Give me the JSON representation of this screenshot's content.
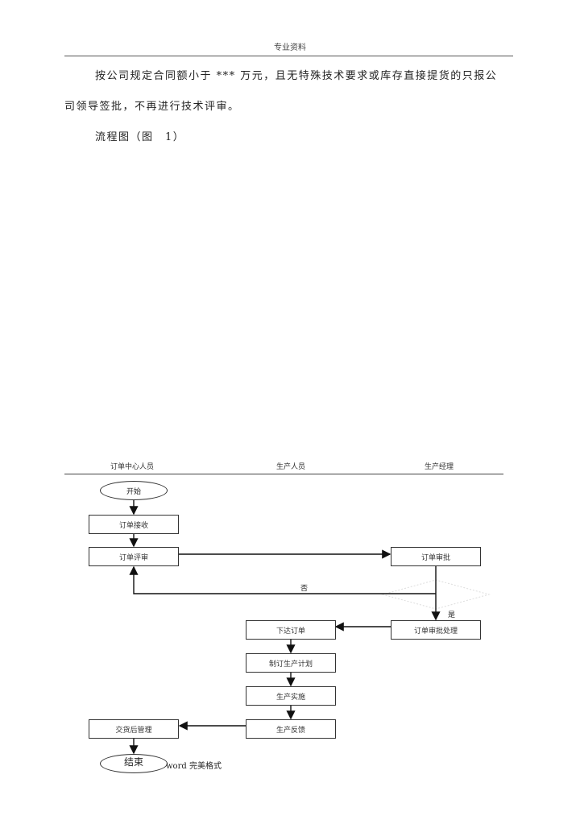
{
  "header": "专业资料",
  "paragraph": {
    "line1": "按公司规定合同额小于 *** 万元，且无特殊技术要求或库存直接提货的只报公",
    "line2": "司领导签批，不再进行技术评审。",
    "caption": "流程图（图　1）"
  },
  "lanes": [
    "订单中心人员",
    "生产人员",
    "生产经理"
  ],
  "flow": {
    "start": "开始",
    "receive": "订单接收",
    "review": "订单评审",
    "approve": "订单审批",
    "no": "否",
    "yes": "是",
    "approve_process": "订单审批处理",
    "issue": "下达订单",
    "plan": "制订生产计划",
    "implement": "生产实施",
    "feedback": "生产反馈",
    "after_delivery": "交货后管理",
    "end": "结束"
  },
  "footer": "word 完美格式"
}
